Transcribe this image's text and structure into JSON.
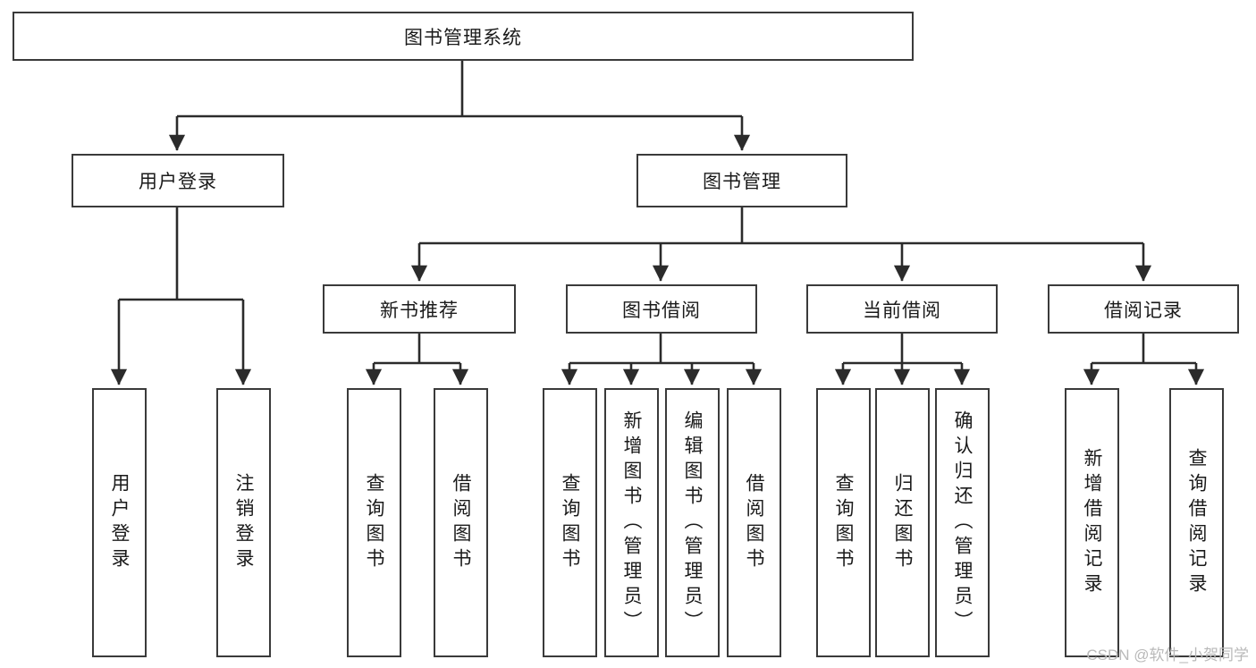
{
  "diagram": {
    "type": "tree-hierarchy",
    "title": "图书管理系统",
    "root": {
      "id": "root",
      "label": "图书管理系统",
      "orientation": "horizontal",
      "level": 0
    },
    "level1": [
      {
        "id": "user-login",
        "label": "用户登录",
        "orientation": "horizontal",
        "level": 1
      },
      {
        "id": "book-manage",
        "label": "图书管理",
        "orientation": "horizontal",
        "level": 1
      }
    ],
    "level2": [
      {
        "id": "new-book-recommend",
        "label": "新书推荐",
        "orientation": "horizontal",
        "level": 2,
        "parent": "book-manage"
      },
      {
        "id": "book-borrow",
        "label": "图书借阅",
        "orientation": "horizontal",
        "level": 2,
        "parent": "book-manage"
      },
      {
        "id": "current-borrow",
        "label": "当前借阅",
        "orientation": "horizontal",
        "level": 2,
        "parent": "book-manage"
      },
      {
        "id": "borrow-record",
        "label": "借阅记录",
        "orientation": "horizontal",
        "level": 2,
        "parent": "book-manage"
      }
    ],
    "leaves": [
      {
        "id": "leaf-user-login",
        "label": "用户登录",
        "orientation": "vertical",
        "parent": "user-login"
      },
      {
        "id": "leaf-user-logout",
        "label": "注销登录",
        "orientation": "vertical",
        "parent": "user-login"
      },
      {
        "id": "leaf-query-book-1",
        "label": "查询图书",
        "orientation": "vertical",
        "parent": "new-book-recommend"
      },
      {
        "id": "leaf-borrow-book-1",
        "label": "借阅图书",
        "orientation": "vertical",
        "parent": "new-book-recommend"
      },
      {
        "id": "leaf-query-book-2",
        "label": "查询图书",
        "orientation": "vertical",
        "parent": "book-borrow"
      },
      {
        "id": "leaf-add-book",
        "label": "新增图书（管理员）",
        "orientation": "vertical",
        "parent": "book-borrow"
      },
      {
        "id": "leaf-edit-book",
        "label": "编辑图书（管理员）",
        "orientation": "vertical",
        "parent": "book-borrow"
      },
      {
        "id": "leaf-borrow-book-2",
        "label": "借阅图书",
        "orientation": "vertical",
        "parent": "book-borrow"
      },
      {
        "id": "leaf-query-book-3",
        "label": "查询图书",
        "orientation": "vertical",
        "parent": "current-borrow"
      },
      {
        "id": "leaf-return-book",
        "label": "归还图书",
        "orientation": "vertical",
        "parent": "current-borrow"
      },
      {
        "id": "leaf-confirm-return",
        "label": "确认归还（管理员）",
        "orientation": "vertical",
        "parent": "current-borrow"
      },
      {
        "id": "leaf-add-record",
        "label": "新增借阅记录",
        "orientation": "vertical",
        "parent": "borrow-record"
      },
      {
        "id": "leaf-query-record",
        "label": "查询借阅记录",
        "orientation": "vertical",
        "parent": "borrow-record"
      }
    ],
    "colors": {
      "box_border": "#3a3a3a",
      "box_fill": "#ffffff",
      "connector": "#2b2b2b",
      "text": "#1a1a1a",
      "watermark": "#b9b9b9"
    }
  },
  "watermark": {
    "text": "CSDN @软件_小贺同学"
  }
}
